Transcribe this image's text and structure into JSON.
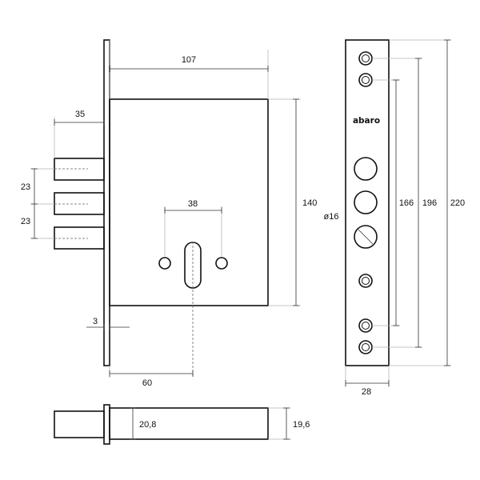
{
  "brand": "abaro",
  "dimensions": {
    "body_width": "107",
    "bolt_projection": "35",
    "bolt_spacing_top": "23",
    "bolt_spacing_bottom": "23",
    "cylinder_spacing": "38",
    "body_height": "140",
    "faceplate_thickness": "3",
    "backset": "60",
    "hole_diameter": "ø16",
    "screw_spacing_inner": "166",
    "screw_spacing_middle": "196",
    "faceplate_length": "220",
    "faceplate_width": "28",
    "bolt_section": "20,8",
    "body_depth": "19,6"
  },
  "colors": {
    "line": "#111111",
    "dimension": "#333333",
    "extension": "#b5b5b5"
  }
}
